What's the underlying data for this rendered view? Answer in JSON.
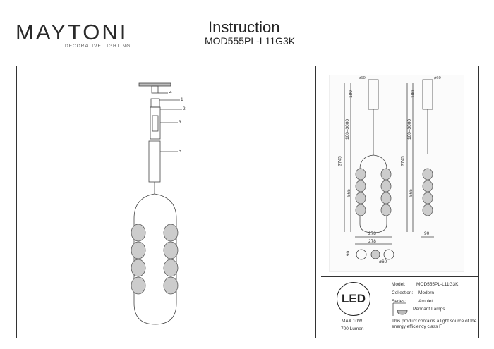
{
  "header": {
    "brand": "MAYTONI",
    "brand_tagline": "DECORATIVE LIGHTING",
    "title": "Instruction",
    "model_code": "MOD555PL-L11G3K"
  },
  "diagram": {
    "part_labels": [
      "4",
      "1",
      "2",
      "3",
      "5"
    ]
  },
  "dimensions": {
    "canopy_diameter": "ø60",
    "canopy_height": "180",
    "cable_length": "100–3000",
    "total_height": "3745",
    "body_height": "565",
    "width": "278",
    "depth": "90",
    "base_diameter": "ø60"
  },
  "info": {
    "led_badge": "LED",
    "max_power": "MAX 10W",
    "lumen": "700 Lumen",
    "model_label": "Model:",
    "model_value": "MOD555PL-L11G3K",
    "collection_label": "Collection:",
    "collection_value": "Modern",
    "series_label": "Series:",
    "series_value": "Amulet",
    "type_value": "Pendant Lamps",
    "energy_note": "This product contains a light source of the energy efficiency class F"
  },
  "colors": {
    "brand_accent": "#5a2a5e",
    "line": "#333333"
  }
}
